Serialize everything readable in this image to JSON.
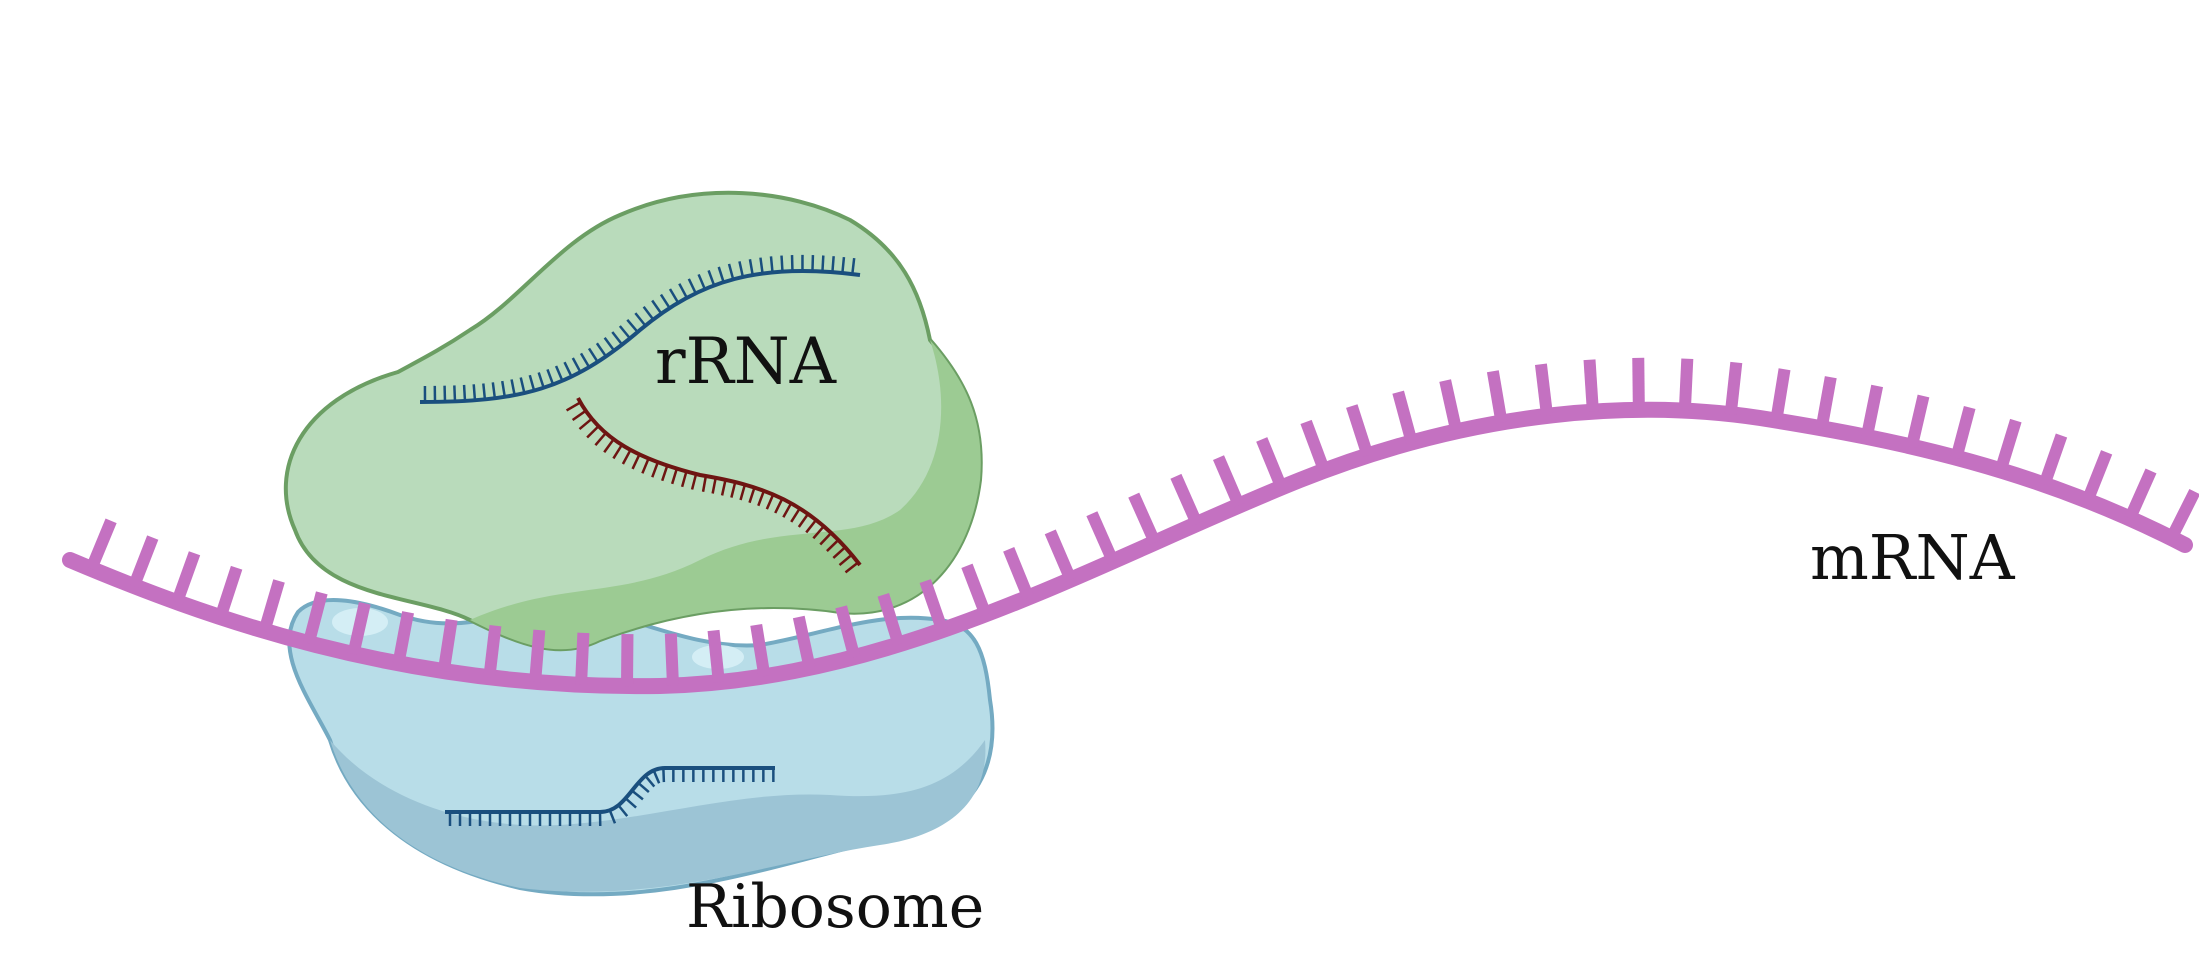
{
  "labels": {
    "rrna": "rRNA",
    "mrna": "mRNA",
    "ribosome": "Ribosome"
  },
  "colors": {
    "large_subunit_fill": "#b9dbbb",
    "large_subunit_shade": "#9ccb93",
    "large_subunit_outline": "#6b9e63",
    "small_subunit_fill": "#b8dde8",
    "small_subunit_shade": "#9cc4d5",
    "small_subunit_outline": "#74aac2",
    "rrna_blue": "#1a4f7e",
    "rrna_red": "#6e1512",
    "mrna": "#c471c1"
  }
}
